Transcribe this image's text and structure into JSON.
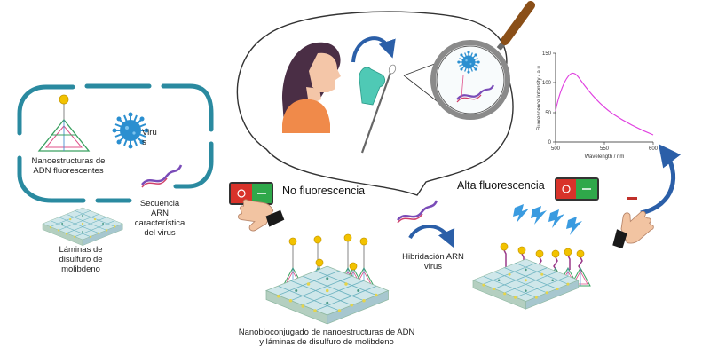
{
  "labels": {
    "nanostructures": "Nanoestructuras de ADN fluorescentes",
    "virus_a": "Viru",
    "virus_b": "s",
    "rna_sequence": "Secuencia ARN característica del virus",
    "mos2_sheets": "Láminas de disulfuro de molibdeno",
    "no_fluorescence": "No fluorescencia",
    "high_fluorescence": "Alta fluorescencia",
    "hybridization": "Hibridación ARN virus",
    "nanobioconjugate": "Nanobioconjugado de nanoestructuras de ADN y láminas de disulfuro de molibdeno"
  },
  "spectrum": {
    "ylabel": "Fluorescence Intensity / a.u.",
    "xlabel": "Wavelength / nm",
    "x_ticks": [
      "500",
      "550",
      "600"
    ],
    "y_ticks": [
      "150",
      "100",
      "50",
      "0"
    ]
  },
  "colors": {
    "dashed_frame": "#2a8aa0",
    "virus": "#2b8fd0",
    "arrow": "#2b5fa8",
    "switch_red": "#d8332a",
    "switch_green": "#2fa84a",
    "spectrum_line": "#e040e0",
    "lightning": "#3a9be0",
    "probe_ball": "#f2c200"
  }
}
